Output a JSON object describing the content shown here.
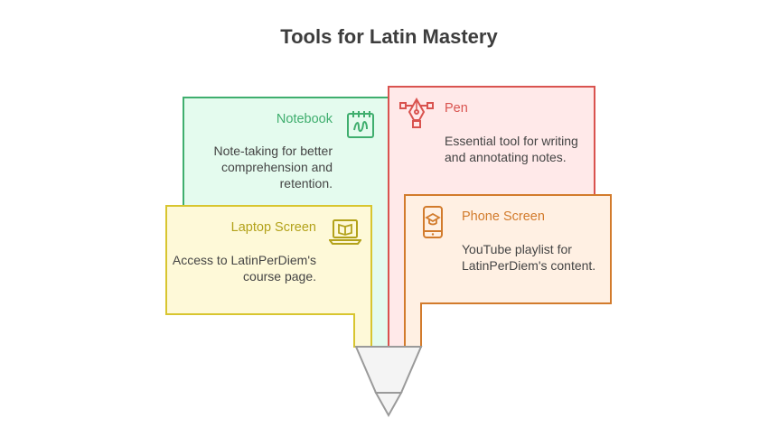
{
  "title": "Tools for Latin Mastery",
  "colors": {
    "notebook": "#3fae6e",
    "pen": "#d9534f",
    "laptop": "#b3a21a",
    "phone": "#d27b2c",
    "funnel": "#9a9a9a"
  },
  "cards": {
    "notebook": {
      "title": "Notebook",
      "desc": "Note-taking for better comprehension and retention.",
      "icon": "notebook-icon"
    },
    "pen": {
      "title": "Pen",
      "desc": "Essential tool for writing and annotating notes.",
      "icon": "pen-nib-icon"
    },
    "laptop": {
      "title": "Laptop Screen",
      "desc": "Access to LatinPerDiem's course page.",
      "icon": "laptop-book-icon"
    },
    "phone": {
      "title": "Phone Screen",
      "desc": "YouTube playlist for LatinPerDiem's content.",
      "icon": "phone-graduation-icon"
    }
  }
}
